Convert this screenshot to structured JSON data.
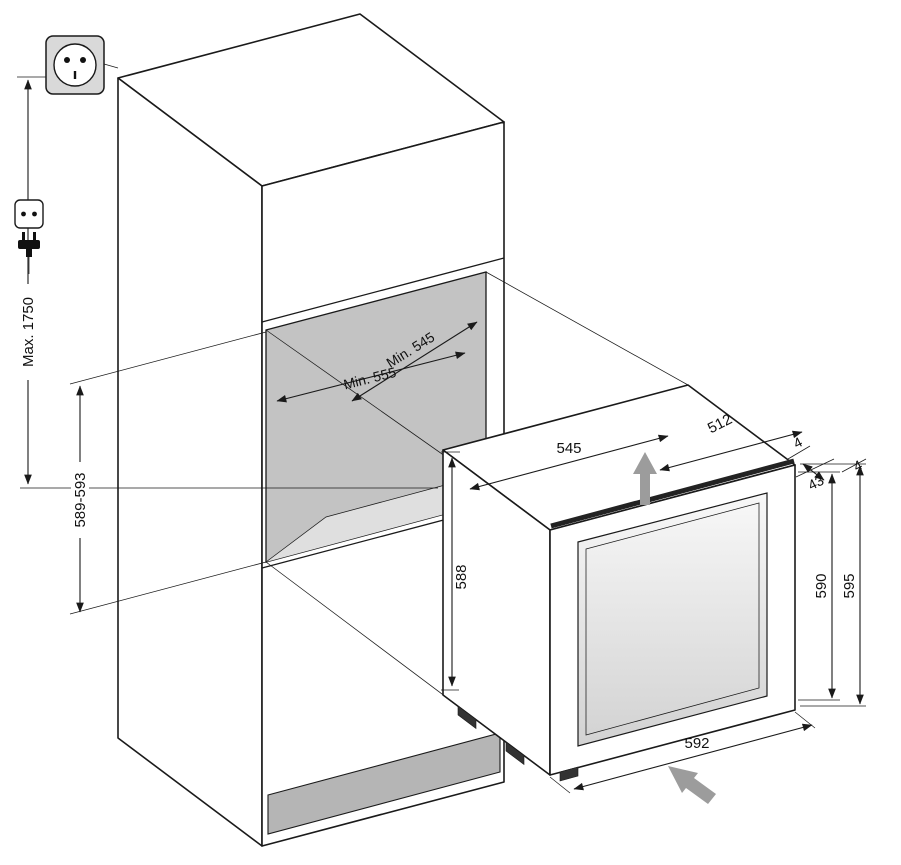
{
  "diagram": {
    "labels": {
      "max_socket_height": "Max. 1750",
      "niche_height": "589-593",
      "niche_min_depth": "Min. 555",
      "niche_min_width": "Min. 545",
      "top_width": "545",
      "depth_512": "512",
      "gap_rear": "4",
      "door_thickness": "43",
      "gap_front": "4",
      "body_height": "588",
      "height_590": "590",
      "height_595": "595",
      "door_width": "592"
    },
    "colors": {
      "line": "#1a1a1a",
      "niche_back": "#c3c3c3",
      "niche_floor": "#dfdfdf",
      "plinth": "#b5b5b5",
      "socket_plate": "#d9d9d9",
      "insertion_arrow": "#9c9c9c"
    }
  }
}
